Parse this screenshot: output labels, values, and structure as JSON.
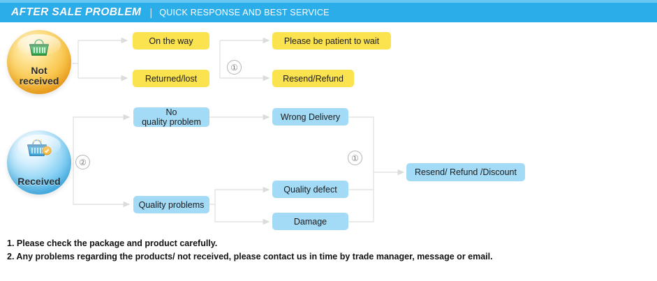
{
  "header": {
    "title": "AFTER SALE PROBLEM",
    "separator": "|",
    "subtitle": "QUICK RESPONSE AND BEST SERVICE",
    "background_color": "#2badea",
    "text_color": "#ffffff"
  },
  "palette": {
    "yellow_node": "#fbe24f",
    "blue_node": "#a3daf6",
    "connector": "#e0e0e0",
    "marker_border": "#b3b3b3",
    "orange_circle": "#f0a726",
    "blue_circle": "#4eb6ea"
  },
  "flow": {
    "stages": [
      {
        "id": "not-received",
        "label_line1": "Not",
        "label_line2": "received",
        "icon": "shopping-basket-icon",
        "color": "#f0a726"
      },
      {
        "id": "received",
        "label_line1": "Received",
        "label_line2": "",
        "icon": "shopping-basket-icon",
        "color": "#4eb6ea"
      }
    ],
    "markers": [
      {
        "id": "marker-top",
        "symbol": "①"
      },
      {
        "id": "marker-received",
        "symbol": "②"
      },
      {
        "id": "marker-bottom",
        "symbol": "①"
      }
    ],
    "not_received_branch": {
      "causes": [
        {
          "id": "on-the-way",
          "label": "On the way"
        },
        {
          "id": "returned-lost",
          "label": "Returned/lost"
        }
      ],
      "outcomes": [
        {
          "id": "please-wait",
          "label": "Please be patient to wait"
        },
        {
          "id": "resend-refund",
          "label": "Resend/Refund"
        }
      ]
    },
    "received_branch": {
      "causes": [
        {
          "id": "no-quality-problem",
          "label_line1": "No",
          "label_line2": "quality problem"
        },
        {
          "id": "quality-problems",
          "label_line1": "Quality problems",
          "label_line2": ""
        }
      ],
      "issues": [
        {
          "id": "wrong-delivery",
          "label": "Wrong Delivery"
        },
        {
          "id": "quality-defect",
          "label": "Quality defect"
        },
        {
          "id": "damage",
          "label": "Damage"
        }
      ],
      "resolution": {
        "id": "resend-refund-discount",
        "label": "Resend/ Refund /Discount"
      }
    }
  },
  "notes": [
    "1. Please check the package and product carefully.",
    "2. Any problems regarding the products/ not received, please contact us in time by trade manager, message or email."
  ]
}
